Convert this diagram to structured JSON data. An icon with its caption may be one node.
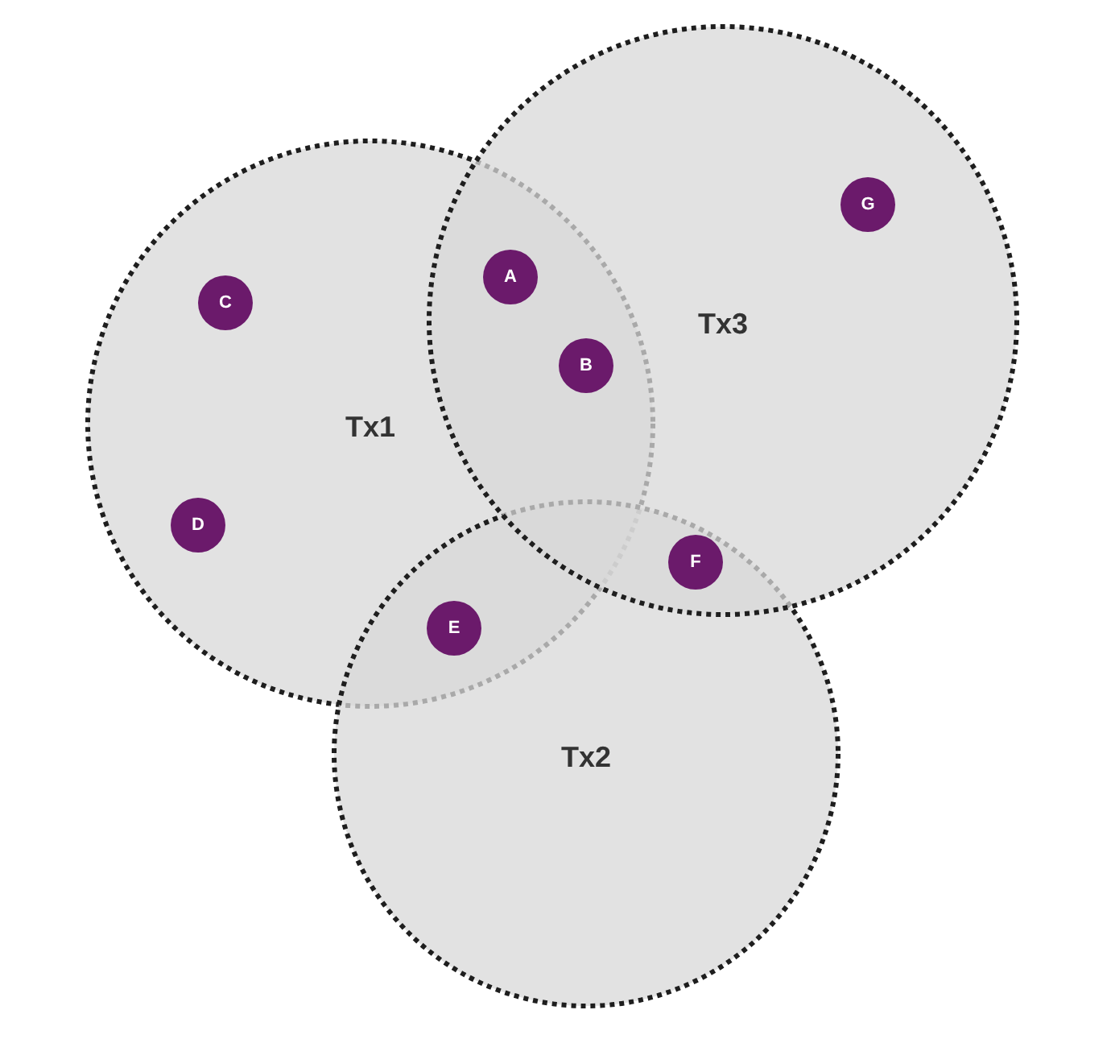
{
  "diagram": {
    "nodes": [
      {
        "text": [
          "Tx1"
        ]
      },
      {
        "text": [
          "C"
        ],
        "in": 0
      },
      {
        "text": [
          "D"
        ],
        "in": 0
      },
      {
        "text": [
          "Tx3"
        ]
      },
      {
        "text": [
          "G"
        ],
        "in": 3
      },
      {
        "text": [
          "A"
        ]
      },
      {
        "text": [
          "B"
        ]
      },
      {
        "text": [
          "Tx2"
        ]
      },
      {
        "text": [
          "E"
        ]
      },
      {
        "text": [
          "F"
        ]
      }
    ]
  }
}
